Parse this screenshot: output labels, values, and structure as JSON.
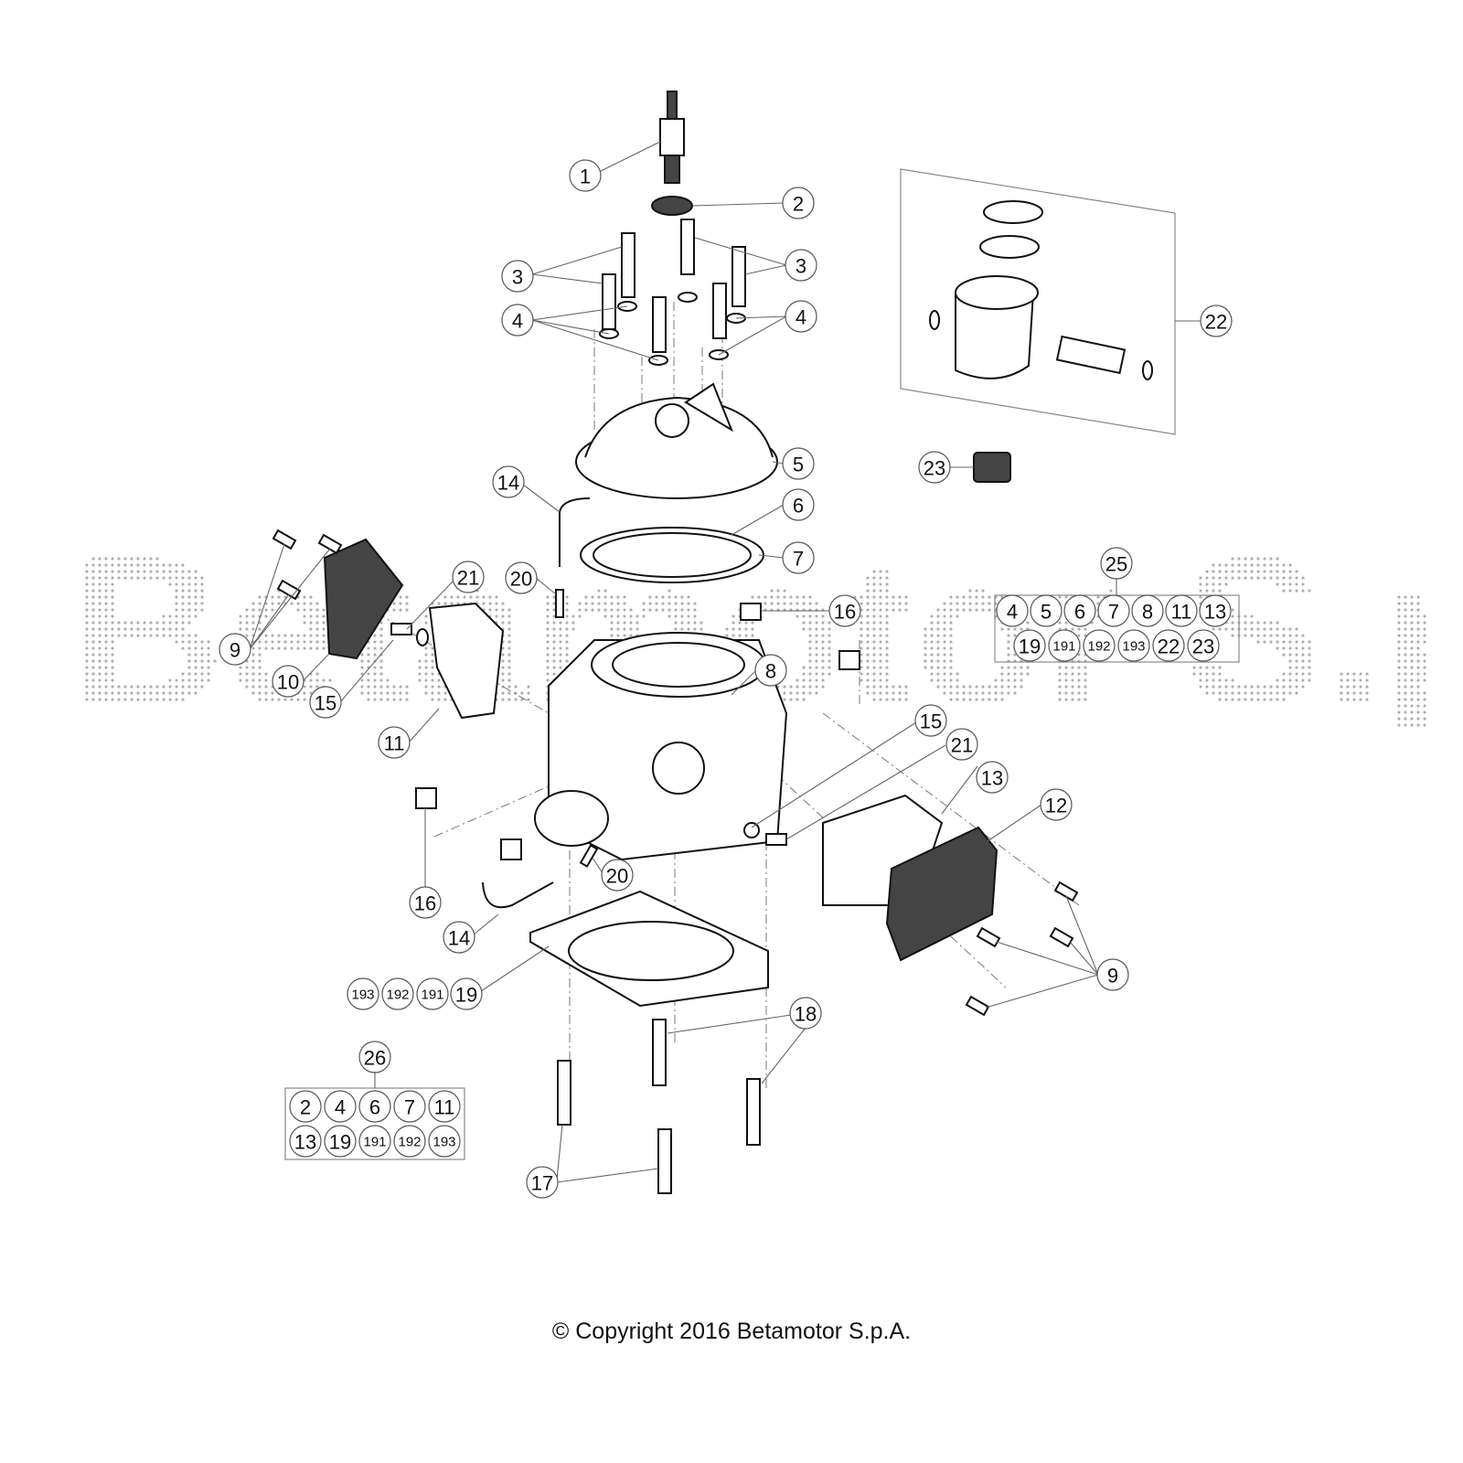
{
  "watermark": "Betamotor S.p.A.",
  "copyright": "© Copyright 2016 Betamotor S.p.A.",
  "callouts": [
    "1",
    "2",
    "3",
    "3",
    "4",
    "4",
    "22",
    "5",
    "23",
    "14",
    "6",
    "7",
    "20",
    "21",
    "16",
    "9",
    "10",
    "15",
    "8",
    "11",
    "15",
    "21",
    "13",
    "12",
    "20",
    "16",
    "14",
    "9",
    "19",
    "193",
    "192",
    "191",
    "18",
    "26",
    "17",
    "25"
  ],
  "kit_25": {
    "label": "25",
    "items": [
      "4",
      "5",
      "6",
      "7",
      "8",
      "11",
      "13",
      "19",
      "191",
      "192",
      "193",
      "22",
      "23"
    ]
  },
  "kit_26": {
    "label": "26",
    "items": [
      "2",
      "4",
      "6",
      "7",
      "11",
      "13",
      "19",
      "191",
      "192",
      "193"
    ]
  }
}
